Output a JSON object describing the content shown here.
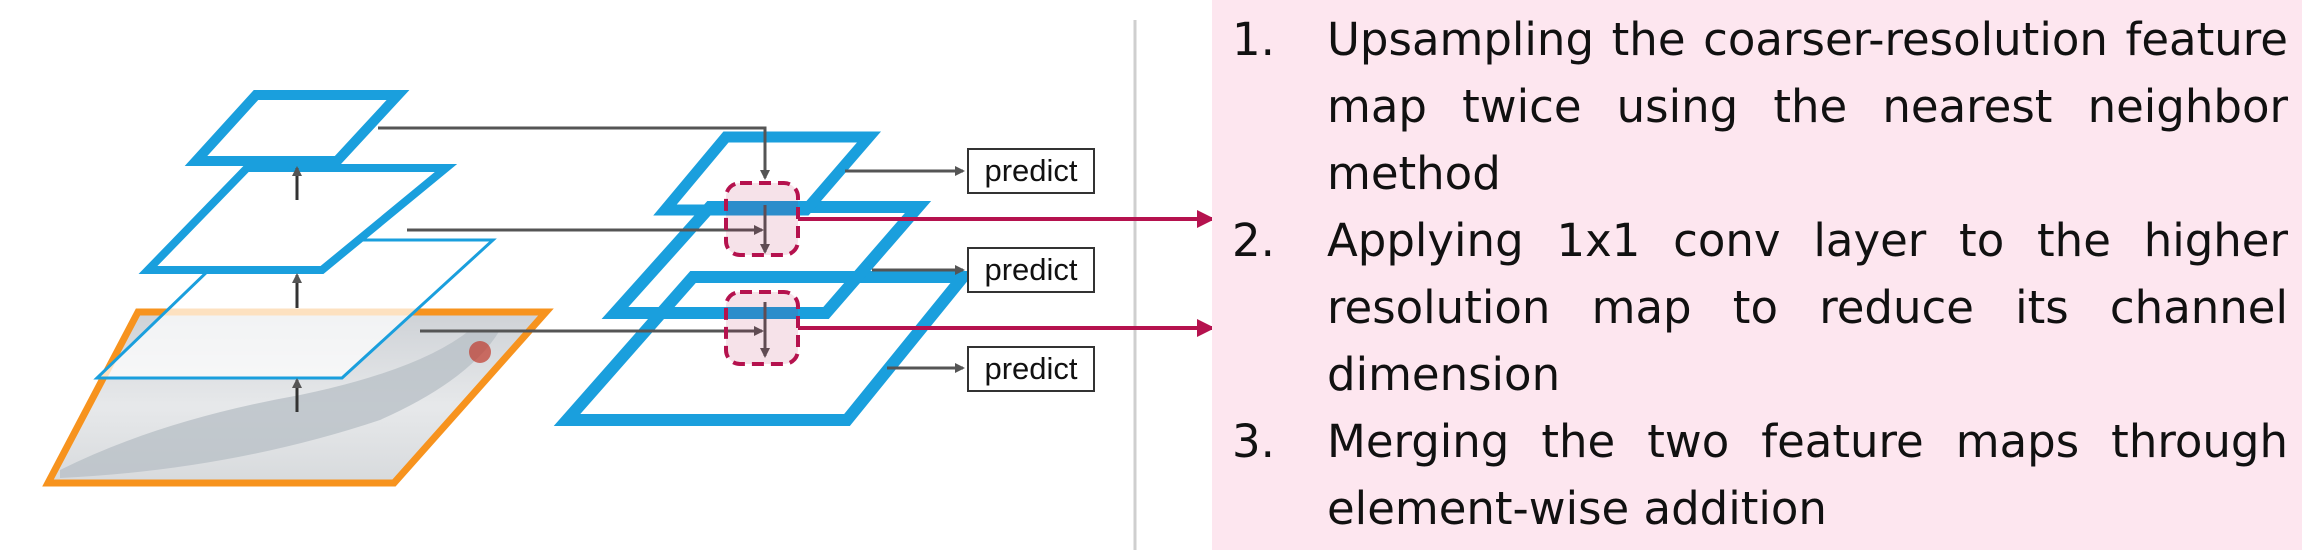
{
  "diagram": {
    "predict_labels": [
      "predict",
      "predict",
      "predict"
    ]
  },
  "steps": [
    {
      "number": "1.",
      "text": "Upsampling the coarser-resolution feature map twice using the nearest neighbor method"
    },
    {
      "number": "2.",
      "text": "Applying 1x1 conv layer to the higher resolution map to reduce its channel dimension"
    },
    {
      "number": "3.",
      "text": "Merging the two feature maps through element-wise addition"
    }
  ],
  "colors": {
    "pyramid_blue": "#1a9fdd",
    "image_orange": "#f7931e",
    "highlight_crimson": "#b5124e",
    "arrow_gray": "#555555",
    "panel_pink": "#fde6ef"
  }
}
